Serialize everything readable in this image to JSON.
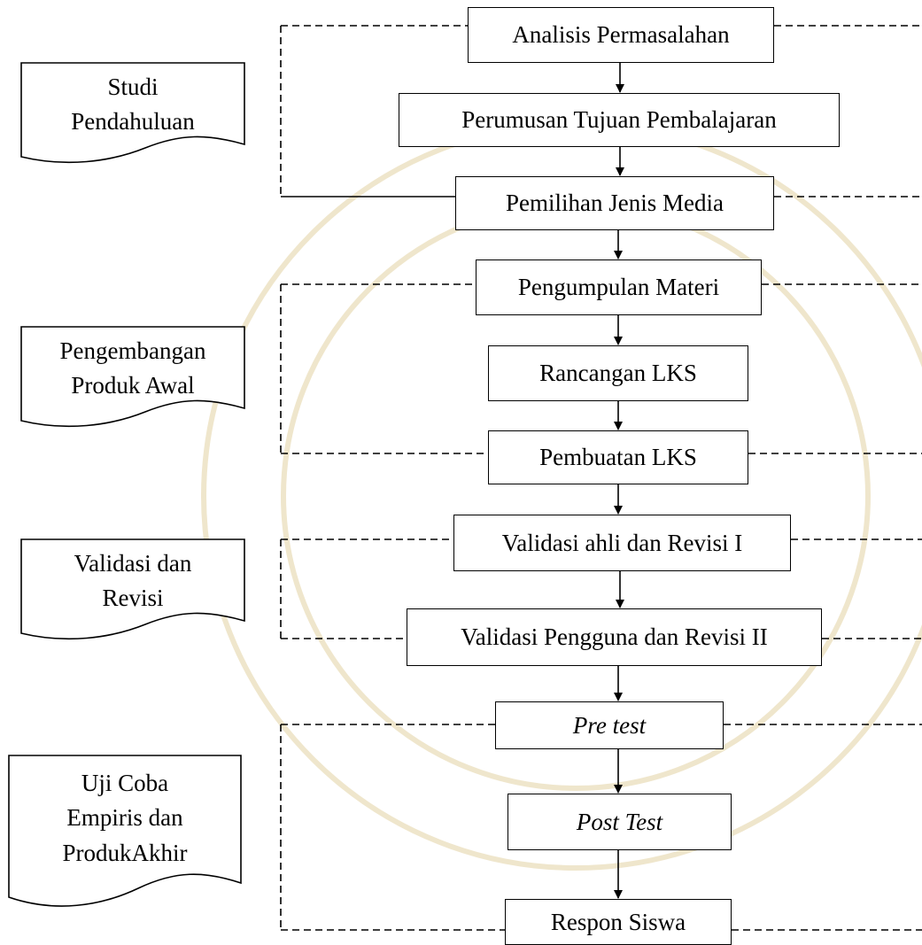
{
  "flow_steps": [
    "Analisis Permasalahan",
    "Perumusan Tujuan Pembalajaran",
    "Pemilihan Jenis Media",
    "Pengumpulan Materi",
    "Rancangan LKS",
    "Pembuatan LKS",
    "Validasi ahli dan Revisi I",
    "Validasi Pengguna dan Revisi II",
    "Pre test",
    "Post Test",
    "Respon Siswa"
  ],
  "stages": [
    {
      "lines": [
        "Studi",
        "Pendahuluan"
      ]
    },
    {
      "lines": [
        "Pengembangan",
        "Produk Awal"
      ]
    },
    {
      "lines": [
        "Validasi dan",
        "Revisi"
      ]
    },
    {
      "lines": [
        "Uji Coba",
        "Empiris dan",
        "ProdukAkhir"
      ]
    }
  ],
  "colors": {
    "stroke": "#000000",
    "watermark": "#efe6cc"
  }
}
